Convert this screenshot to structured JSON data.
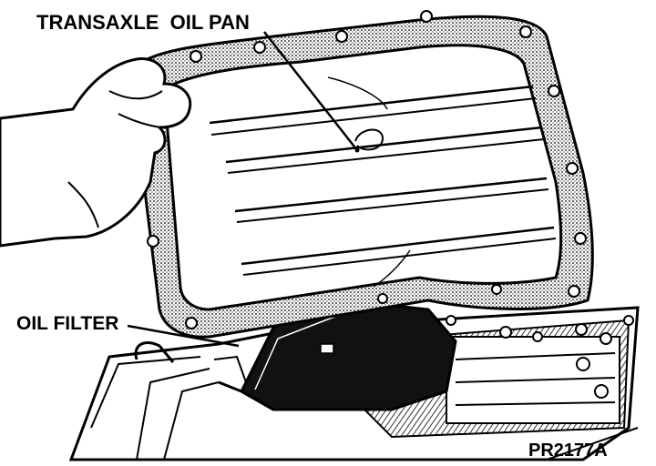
{
  "labels": {
    "transaxle_oil_pan": "TRANSAXLE  OIL PAN",
    "oil_filter": "OIL FILTER",
    "figure_id": "PR2177A"
  },
  "colors": {
    "ink": "#000000",
    "paper": "#ffffff",
    "shade": "#555555"
  }
}
